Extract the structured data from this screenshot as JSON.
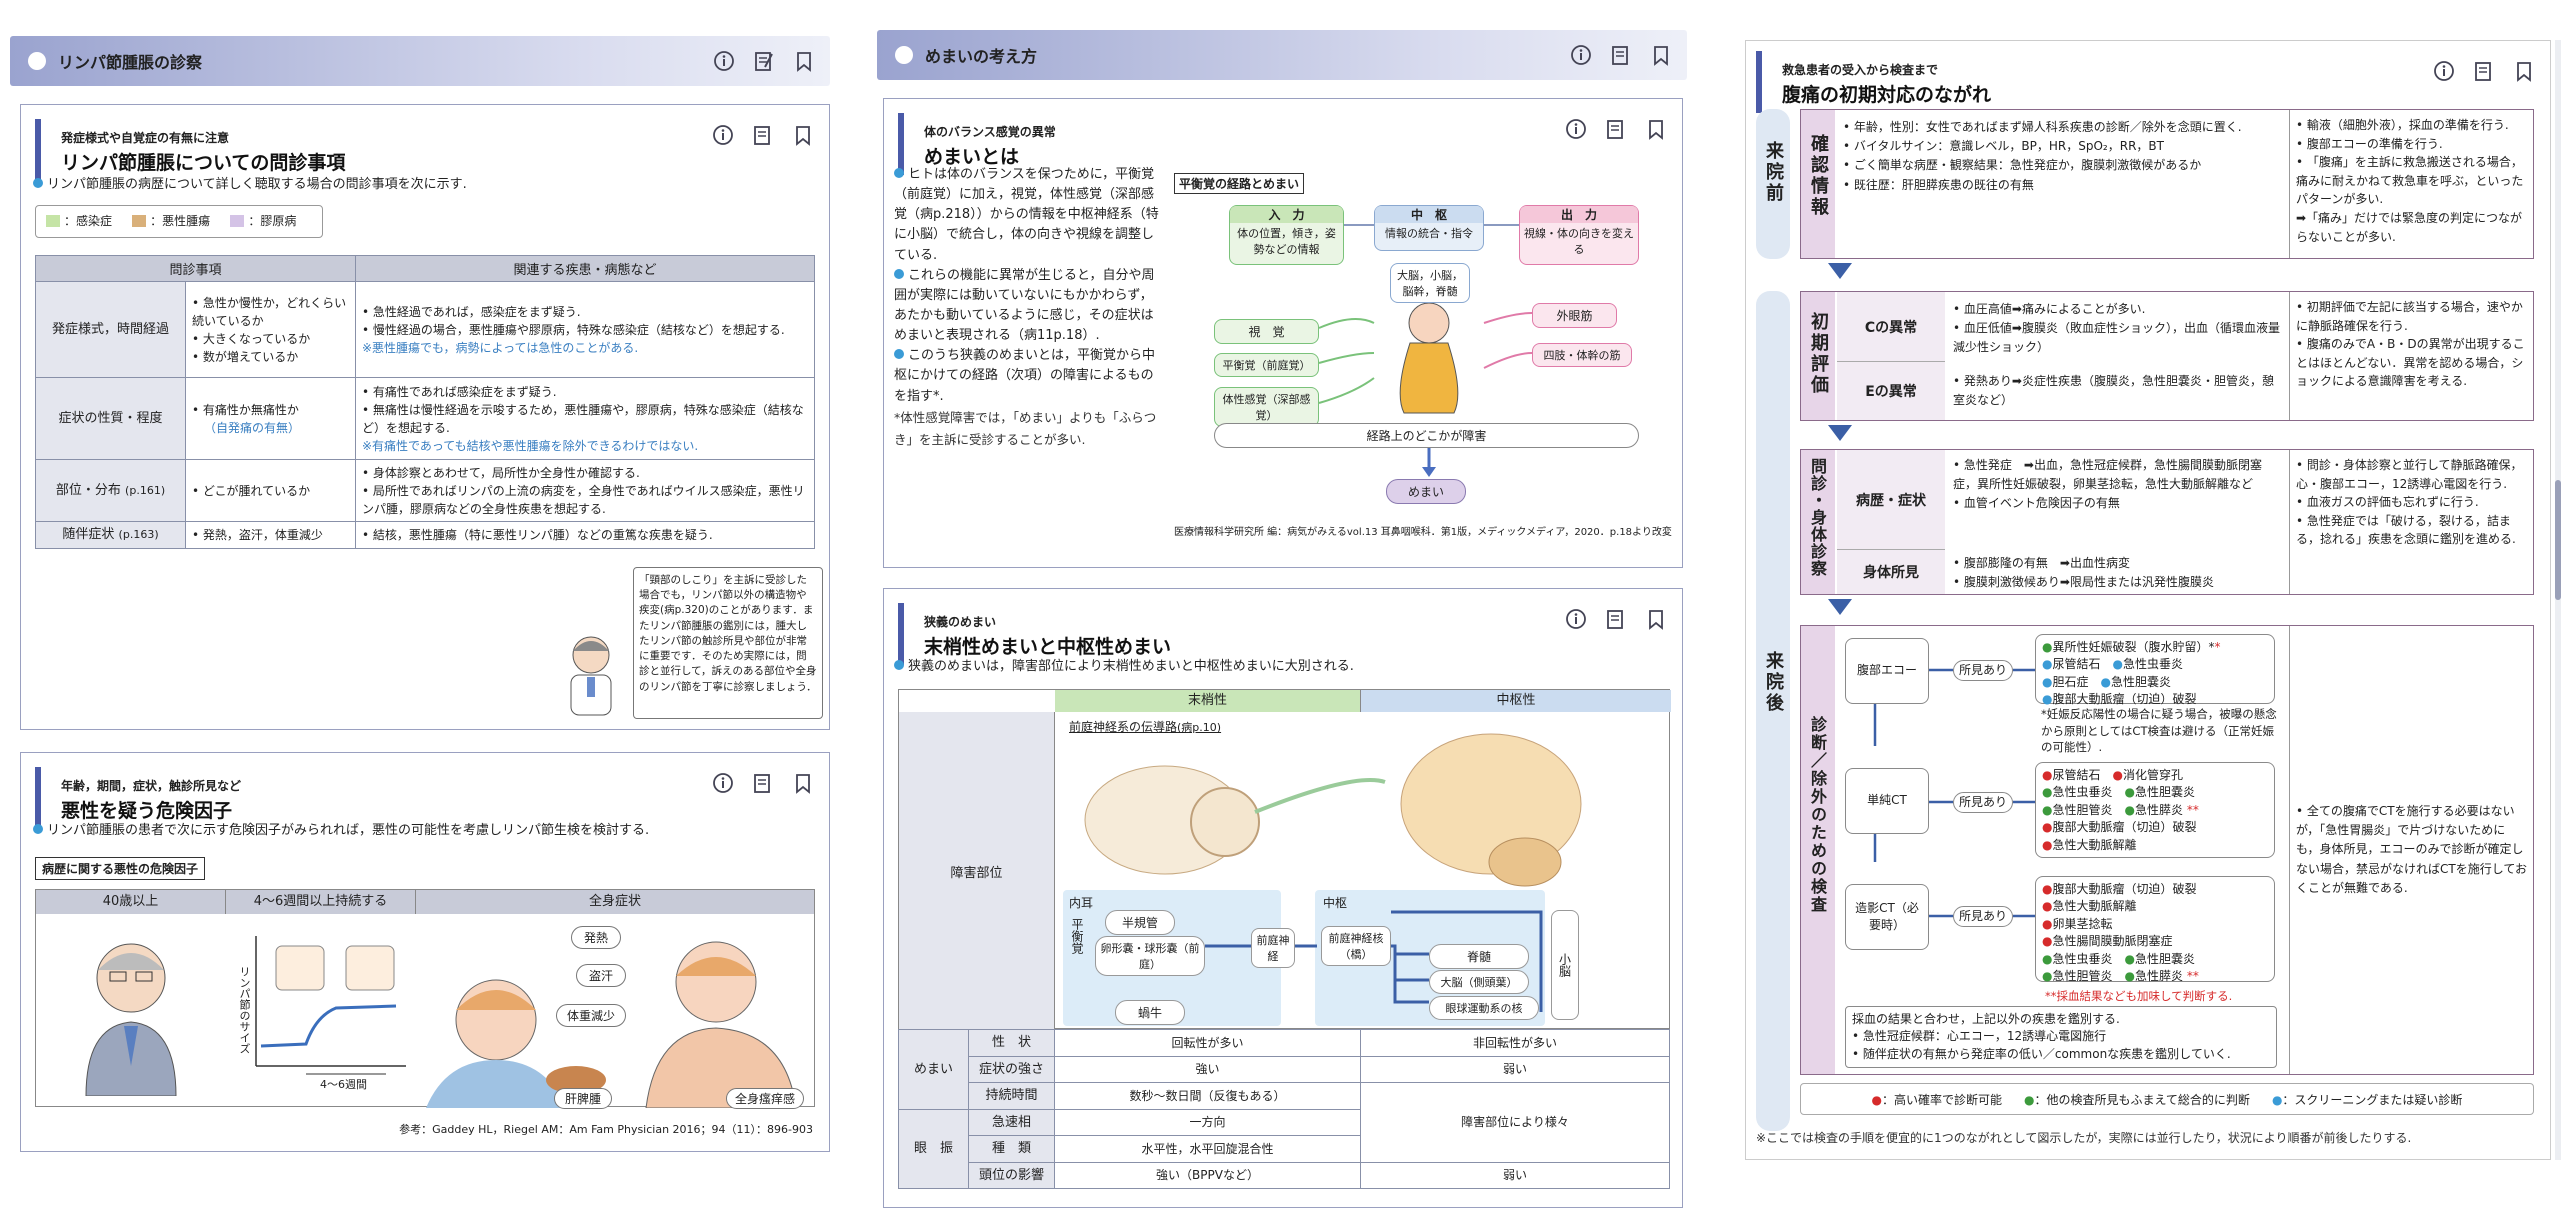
{
  "col1": {
    "section_title": "リンパ節腫脹の診察",
    "card1": {
      "sub": "発症様式や自覚症の有無に注意",
      "title": "リンパ節腫脹についての問診事項",
      "intro": "リンパ節腫脹の病歴について詳しく聴取する場合の問診事項を次に示す.",
      "legend": [
        "：感染症",
        "：悪性腫瘍",
        "：膠原病"
      ],
      "header": [
        "問診事項",
        "関連する疾患・病態など"
      ],
      "rows": [
        {
          "label": "発症様式，時間経過",
          "q": [
            "急性か慢性か，どれくらい続いているか",
            "大きくなっているか",
            "数が増えているか"
          ],
          "a": [
            "急性経過であれば，感染症をまず疑う.",
            "慢性経過の場合，悪性腫瘍や膠原病，特殊な感染症（結核など）を想起する.",
            "※悪性腫瘍でも，病勢によっては急性のことがある."
          ]
        },
        {
          "label": "症状の性質・程度",
          "q": [
            "有痛性か無痛性か",
            "（自発痛の有無）"
          ],
          "a": [
            "有痛性であれば感染症をまず疑う.",
            "無痛性は慢性経過を示唆するため，悪性腫瘍や，膠原病，特殊な感染症（結核など）を想起する.",
            "※有痛性であっても結核や悪性腫瘍を除外できるわけではない."
          ]
        },
        {
          "label": "部位・分布",
          "label_ref": "(p.161)",
          "q": [
            "どこが腫れているか"
          ],
          "a": [
            "身体診察とあわせて，局所性か全身性か確認する.",
            "局所性であればリンパの上流の病変を，全身性であればウイルス感染症，悪性リンパ腫，膠原病などの全身性疾患を想起する."
          ]
        },
        {
          "label": "随伴症状",
          "label_ref": "(p.163)",
          "q": [
            "発熱，盗汗，体重減少"
          ],
          "a": [
            "結核，悪性腫瘍（特に悪性リンパ腫）などの重篤な疾患を疑う."
          ]
        }
      ],
      "doctor_note": "「頸部のしこり」を主訴に受診した場合でも，リンパ節以外の構造物や疾変(病p.320)のことがあります．またリンパ節腫脹の鑑別には，腫大したリンパ節の触診所見や部位が非常に重要です．そのため実際には，問診と並行して，訴えのある部位や全身のリンパ節を丁寧に診察しましょう．"
    },
    "card2": {
      "sub": "年齢，期間，症状，触診所見など",
      "title": "悪性を疑う危険因子",
      "intro": "リンパ節腫脹の患者で次に示す危険因子がみられれば，悪性の可能性を考慮しリンパ節生検を検討する.",
      "box_label": "病歴に関する悪性の危険因子",
      "headers": [
        "40歳以上",
        "4〜6週間以上持続する",
        "全身症状"
      ],
      "axis_y": "リンパ節のサイズ",
      "axis_x": "4〜6週間",
      "symptoms": [
        "発熱",
        "盗汗",
        "体重減少",
        "肝脾腫",
        "全身瘙痒感"
      ],
      "ref": "参考：Gaddey HL，Riegel AM：Am Fam Physician 2016；94（11）：896-903"
    }
  },
  "col2": {
    "section_title": "めまいの考え方",
    "card1": {
      "sub": "体のバランス感覚の異常",
      "title": "めまいとは",
      "p1": "ヒトは体のバランスを保つために，平衡覚（前庭覚）に加え，視覚，体性感覚（深部感覚（病p.218））からの情報を中枢神経系（特に小脳）で統合し，体の向きや視線を調整している.",
      "p2": "これらの機能に異常が生じると，自分や周囲が実際には動いていないにもかかわらず，あたかも動いているように感じ，その症状はめまいと表現される（病11p.18）.",
      "p3": "このうち狭義のめまいとは，平衡覚から中枢にかけての経路（次項）の障害によるものを指す*.",
      "p4": "*体性感覚障害では，「めまい」よりも「ふらつき」を主訴に受診することが多い.",
      "diagram_title": "平衡覚の経路とめまい",
      "input": "入　力",
      "input_sub": "体の位置，傾き，姿勢などの情報",
      "center": "中　枢",
      "center_sub": "情報の統合・指令",
      "output": "出　力",
      "output_sub": "視線・体の向きを変える",
      "brain": "大脳，小脳，脳幹，脊髄",
      "senses": [
        "視　覚",
        "平衡覚（前庭覚）",
        "体性感覚（深部感覚）"
      ],
      "muscles": [
        "外眼筋",
        "四肢・体幹の筋"
      ],
      "path": "経路上のどこかが障害",
      "result": "めまい",
      "ref": "医療情報科学研究所 編：病気がみえるvol.13 耳鼻咽喉科．第1版，メディックメディア，2020．p.18より改変"
    },
    "card2": {
      "sub": "狭義のめまい",
      "title": "末梢性めまいと中枢性めまい",
      "intro": "狭義のめまいは，障害部位により末梢性めまいと中枢性めまいに大別される.",
      "col_peri": "末梢性",
      "col_cent": "中枢性",
      "site_label": "障害部位",
      "fig_title": "前庭神経系の伝導路",
      "fig_ref": "(病p.10)",
      "inner_ear": "内耳",
      "balance": "平衡覚",
      "canals": "半規管",
      "sacs": "卵形嚢・球形嚢（前庭）",
      "cochlea": "蝸牛",
      "vest_nerve": "前庭神経",
      "central": "中枢",
      "nuclei": "前庭神経核（橋）",
      "spinal": "脊髄",
      "cerebrum": "大脳（側頭葉）",
      "oculomotor": "眼球運動系の核",
      "cerebellum": "小脳",
      "rows": [
        {
          "g": "めまい",
          "k": "性　状",
          "p": "回転性が多い",
          "c": "非回転性が多い"
        },
        {
          "g": "",
          "k": "症状の強さ",
          "p": "強い",
          "c": "弱い"
        },
        {
          "g": "",
          "k": "持続時間",
          "p": "数秒〜数日間（反復もある）",
          "c": ""
        },
        {
          "g": "眼　振",
          "k": "急速相",
          "p": "一方向",
          "c": "障害部位により様々"
        },
        {
          "g": "",
          "k": "種　類",
          "p": "水平性，水平回旋混合性",
          "c": ""
        },
        {
          "g": "",
          "k": "頭位の影響",
          "p": "強い（BPPVなど）",
          "c": "弱い"
        }
      ]
    }
  },
  "col3": {
    "sub": "救急患者の受入から検査まで",
    "title": "腹痛の初期対応のながれ",
    "phase_pre": "来院前",
    "phase_post": "来院後",
    "stage1": "確認情報",
    "stage1_items": [
      "年齢，性別：女性であればまず婦人科系疾患の診断／除外を念頭に置く.",
      "バイタルサイン：意識レベル，BP，HR，SpO₂，RR，BT",
      "ごく簡単な病歴・観察結果：急性発症か，腹膜刺激徴候があるか",
      "既往歴：肝胆膵疾患の既往の有無"
    ],
    "stage1_right": [
      "輸液（細胞外液），採血の準備を行う.",
      "腹部エコーの準備を行う.",
      "「腹痛」を主訴に救急搬送される場合，痛みに耐えかねて救急車を呼ぶ，といったパターンが多い.",
      "➡「痛み」だけでは緊急度の判定につながらないことが多い."
    ],
    "stage2": "初期評価",
    "c_abn": "Cの異常",
    "c_items": [
      "血圧高値➡痛みによることが多い.",
      "血圧低値➡腹膜炎（敗血症性ショック），出血（循環血液量減少性ショック）"
    ],
    "e_abn": "Eの異常",
    "e_items": [
      "発熱あり➡炎症性疾患（腹膜炎，急性胆嚢炎・胆管炎，憩室炎など）"
    ],
    "stage2_right": [
      "初期評価で左記に該当する場合，速やかに静脈路確保を行う.",
      "腹痛のみでA・B・Dの異常が出現することはほとんどない．異常を認める場合，ショックによる意識障害を考える."
    ],
    "stage3": "問診・身体診察",
    "hx": "病歴・症状",
    "hx_items": [
      "急性発症　➡出血，急性冠症候群，急性腸間膜動脈閉塞症，異所性妊娠破裂，卵巣茎捻転，急性大動脈解離など",
      "血管イベント危険因子の有無"
    ],
    "pe": "身体所見",
    "pe_items": [
      "腹部膨隆の有無　➡出血性病変",
      "腹膜刺激徴候あり➡限局性または汎発性腹膜炎"
    ],
    "stage3_right": [
      "問診・身体診察と並行して静脈路確保，心・腹部エコー，12誘導心電図を行う.",
      "血液ガスの評価も忘れずに行う.",
      "急性発症では「破ける，裂ける，詰まる，捻れる」疾患を念頭に鑑別を進める."
    ],
    "stage4": "診断／除外のための検査",
    "found": "所見あり",
    "us": "腹部エコー",
    "us_items": [
      "異所性妊娠破裂（腹水貯留）*",
      "尿管結石",
      "急性虫垂炎",
      "胆石症",
      "急性胆嚢炎",
      "腹部大動脈瘤（切迫）破裂"
    ],
    "us_note": "*妊娠反応陽性の場合に疑う場合，被曝の懸念から原則としてはCT検査は避ける（正常妊娠の可能性）.",
    "ct": "単純CT",
    "ct_items": [
      "尿管結石",
      "消化管穿孔",
      "急性虫垂炎",
      "急性胆嚢炎",
      "急性胆管炎",
      "急性膵炎",
      "腹部大動脈瘤（切迫）破裂",
      "急性大動脈解離"
    ],
    "cect": "造影CT（必要時）",
    "cect_items": [
      "腹部大動脈瘤（切迫）破裂",
      "急性大動脈解離",
      "卵巣茎捻転",
      "急性腸間膜動脈閉塞症",
      "急性虫垂炎",
      "急性胆嚢炎",
      "急性胆管炎",
      "急性膵炎"
    ],
    "star_note": "**採血結果なども加味して判断する.",
    "blood_note": [
      "採血の結果と合わせ，上記以外の疾患を鑑別する.",
      "急性冠症候群：心エコー，12誘導心電図施行",
      "随伴症状の有無から発症率の低い／commonな疾患を鑑別していく."
    ],
    "stage4_right": "全ての腹痛でCTを施行する必要はないが，「急性胃腸炎」で片づけないためにも，身体所見，エコーのみで診断が確定しない場合，禁忌がなければCTを施行しておくことが無難である.",
    "legend": [
      "：高い確率で診断可能",
      "：他の検査所見もふまえて総合的に判断",
      "：スクリーニングまたは疑い診断"
    ],
    "footnote": "※ここでは検査の手順を便宜的に1つのながれとして図示したが，実際には並行したり，状況により順番が前後したりする."
  },
  "colors": {
    "accent": "#4a5aa8",
    "infection": "#c5e4a6",
    "malignant": "#d9b07a",
    "collagen": "#d4c3e6",
    "red": "#d62b2b",
    "green": "#3c9a3c",
    "blue": "#3a9bd6",
    "pink": "#e7d5e8"
  }
}
